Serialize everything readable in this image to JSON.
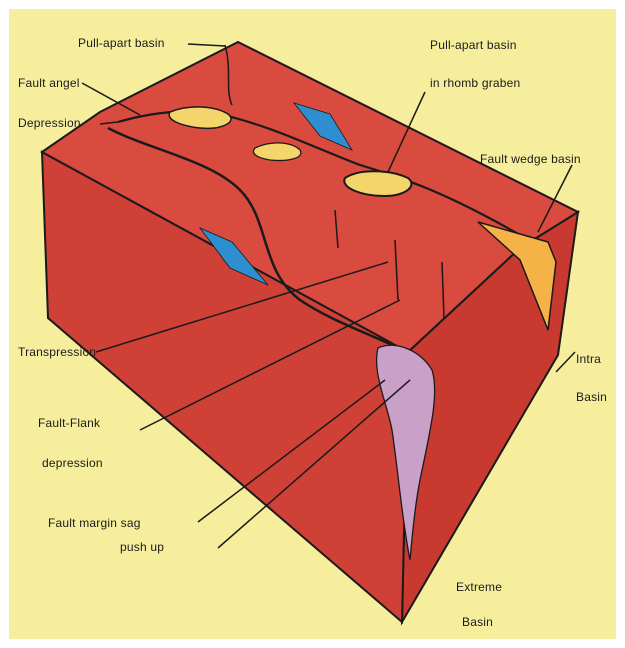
{
  "colors": {
    "background": "#f6ee9c",
    "block_top": "#d94a3f",
    "block_front": "#cf4037",
    "block_side": "#c8392f",
    "outline": "#1a1a1a",
    "basin_fill": "#f4d56b",
    "wedge_fill": "#f5b347",
    "plunge_fill": "#c8a0c8",
    "arrow": "#2e8fd0"
  },
  "labels": {
    "pull_apart_basin_top": "Pull-apart basin",
    "fault_angle": "Fault angel",
    "depression": "Depression",
    "pull_apart_basin_right": "Pull-apart basin",
    "in_graben": "in rhomb graben",
    "fault_wedge_basin": "Fault wedge basin",
    "transpression": "Transpression",
    "fault_flank": "Fault-Flank",
    "flank_depression": "depression",
    "fault_margin_sag": "Fault margin sag",
    "push_up": "push up",
    "intra_basin_1": "Intra",
    "intra_basin_2": "Basin",
    "extreme_basin_1": "Extreme",
    "extreme_basin_2": "Basin"
  }
}
